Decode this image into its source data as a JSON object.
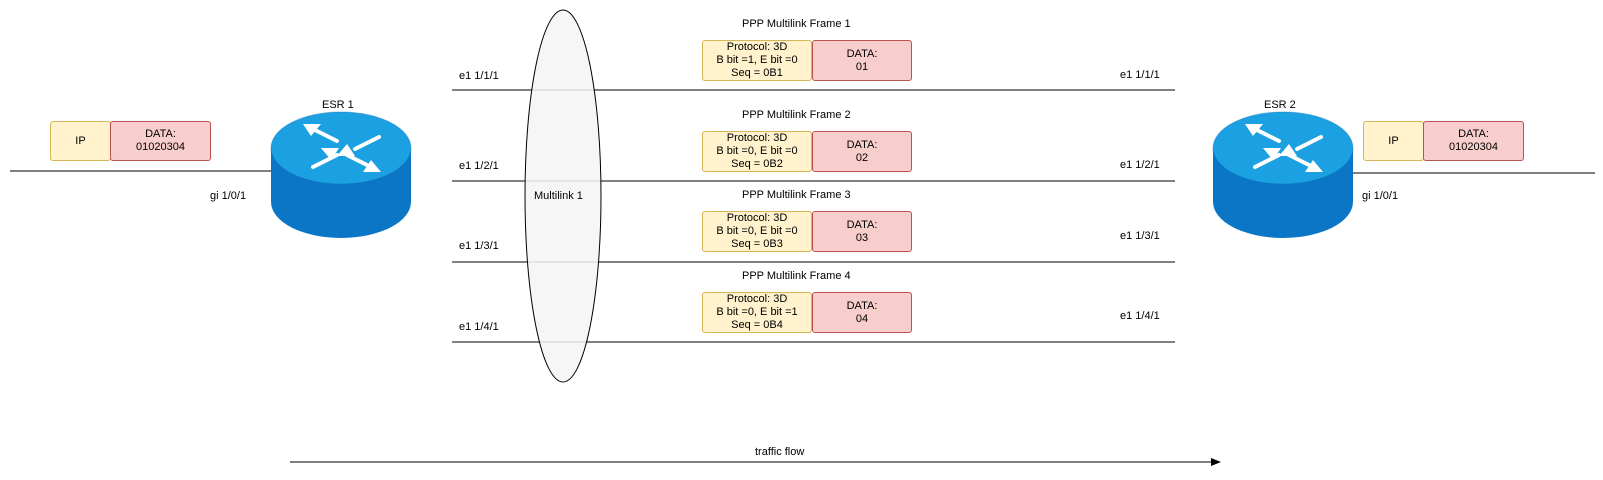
{
  "routers": [
    {
      "name": "ESR 1",
      "port": "gi 1/0/1"
    },
    {
      "name": "ESR 2",
      "port": "gi 1/0/1"
    }
  ],
  "packets": [
    {
      "header": "IP",
      "data_label": "DATA:",
      "data_value": "01020304"
    },
    {
      "header": "IP",
      "data_label": "DATA:",
      "data_value": "01020304"
    }
  ],
  "multilink": {
    "label": "Multilink 1"
  },
  "links": [
    {
      "left": "e1 1/1/1",
      "right": "e1 1/1/1"
    },
    {
      "left": "e1 1/2/1",
      "right": "e1 1/2/1"
    },
    {
      "left": "e1 1/3/1",
      "right": "e1 1/3/1"
    },
    {
      "left": "e1 1/4/1",
      "right": "e1 1/4/1"
    }
  ],
  "frames": [
    {
      "title": "PPP Multilink Frame 1",
      "protocol": "Protocol: 3D",
      "bits": "B bit =1, E bit =0",
      "seq": "Seq = 0B1",
      "data_label": "DATA:",
      "data_value": "01"
    },
    {
      "title": "PPP Multilink Frame 2",
      "protocol": "Protocol: 3D",
      "bits": "B bit =0, E bit =0",
      "seq": "Seq = 0B2",
      "data_label": "DATA:",
      "data_value": "02"
    },
    {
      "title": "PPP Multilink Frame 3",
      "protocol": "Protocol: 3D",
      "bits": "B bit =0, E bit =0",
      "seq": "Seq = 0B3",
      "data_label": "DATA:",
      "data_value": "03"
    },
    {
      "title": "PPP Multilink Frame 4",
      "protocol": "Protocol: 3D",
      "bits": "B bit =0, E bit =1",
      "seq": "Seq = 0B4",
      "data_label": "DATA:",
      "data_value": "04"
    }
  ],
  "traffic": {
    "label": "traffic flow"
  },
  "colors": {
    "router_top": "#1ba1e2",
    "router_side": "#0b76c5",
    "header_fill": "#fff2cc",
    "header_stroke": "#d6b656",
    "data_fill": "#f8cecc",
    "data_stroke": "#b85450",
    "ellipse_fill": "#f5f5f5"
  },
  "icons": [
    "router-icon",
    "arrow-icon"
  ]
}
